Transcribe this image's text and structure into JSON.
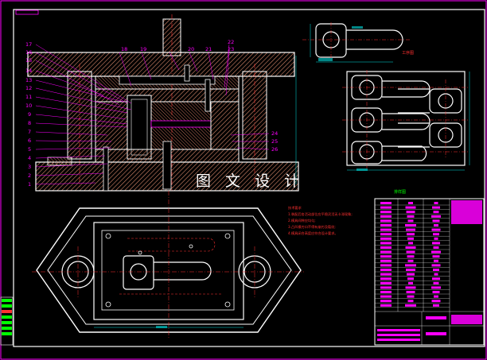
{
  "watermark": {
    "text": "图 文 设 计"
  },
  "views": {
    "top_right_label": "工序图",
    "strip_layout_label": "排样图"
  },
  "part_numbers": [
    "17",
    "16",
    "15",
    "14",
    "13",
    "12",
    "11",
    "10",
    "9",
    "8",
    "7",
    "6",
    "5",
    "4",
    "3",
    "2",
    "1",
    "18",
    "19",
    "20",
    "21",
    "22",
    "23",
    "24",
    "25",
    "26"
  ],
  "notes": {
    "title": "技术要求",
    "lines": [
      "1.装配后各活动部位应平稳灵活无卡滞现象;",
      "2.模具间隙应均匀;",
      "3.凸凹模刃口不得有崩刃及裂纹;",
      "4.模具闭合高度应符合设计要求。"
    ]
  },
  "colors": {
    "background": "#000000",
    "outline": "#ffffff",
    "centerline": "#ff3030",
    "leader": "#ff00ff",
    "hatch": "#d98a6c",
    "dimension": "#00e0e0",
    "accent_green": "#00ff00",
    "title_block": "#ff00ff"
  }
}
